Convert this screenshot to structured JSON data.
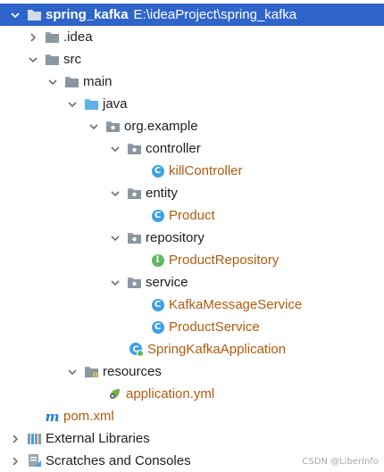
{
  "tree": {
    "root": {
      "name": "spring_kafka",
      "path": "E:\\ideaProject\\spring_kafka"
    },
    "idea": "idea",
    "idea_dot": ".",
    "src": "src",
    "main": "main",
    "java": "java",
    "package": "org.example",
    "controller": "controller",
    "kill_controller": "killController",
    "entity": "entity",
    "product": "Product",
    "repository": "repository",
    "product_repository": "ProductRepository",
    "service": "service",
    "kafka_message_service": "KafkaMessageService",
    "product_service": "ProductService",
    "spring_app": "SpringKafkaApplication",
    "resources": "resources",
    "application_yml": "application.yml",
    "pom": "pom.xml",
    "external_libraries": "External Libraries",
    "scratches": "Scratches and Consoles"
  },
  "badges": {
    "class": "C",
    "interface": "I",
    "maven": "m"
  },
  "colors": {
    "selection": "#2f65ca",
    "class_badge": "#3ea0e6",
    "interface_badge": "#5fb85a",
    "orange_text": "#b25b0e"
  },
  "icons": {
    "arrow_collapsed": "chevron-right-icon",
    "arrow_expanded": "chevron-down-icon",
    "folder": "folder-icon",
    "package": "package-icon",
    "class": "class-icon",
    "interface": "interface-icon",
    "yaml": "yaml-config-icon",
    "maven": "maven-icon",
    "libraries": "external-libraries-icon",
    "scratches": "scratches-icon"
  },
  "watermark": "CSDN @LiberInfo"
}
